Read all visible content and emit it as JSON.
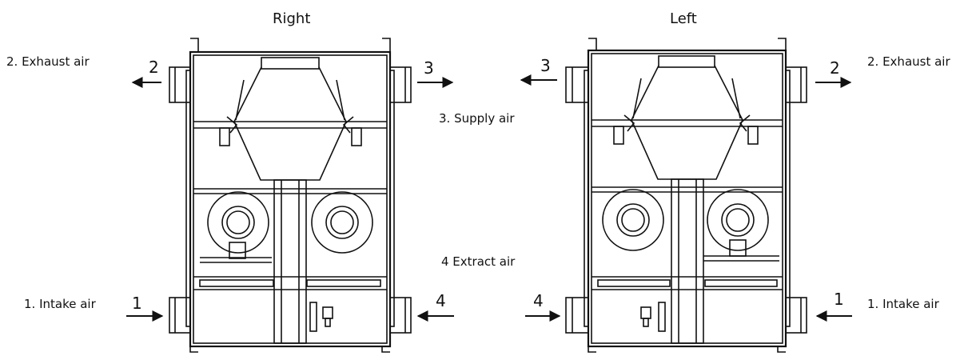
{
  "headings": {
    "right": "Right",
    "left": "Left"
  },
  "labels": {
    "exhaust_left": "2. Exhaust air",
    "exhaust_right": "2. Exhaust air",
    "supply": "3. Supply air",
    "extract": "4 Extract air",
    "intake_left": "1. Intake air",
    "intake_right": "1. Intake air"
  },
  "numbers": {
    "r_top_left": "2",
    "r_top_right": "3",
    "r_bot_left": "1",
    "r_bot_right": "4",
    "l_top_left": "3",
    "l_top_right": "2",
    "l_bot_left": "4",
    "l_bot_right": "1"
  }
}
